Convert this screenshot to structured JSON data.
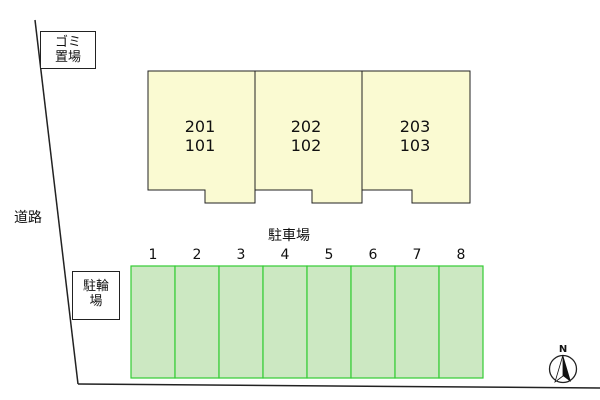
{
  "garbage_area": {
    "line1": "ゴミ",
    "line2": "置場"
  },
  "road_label": "道路",
  "parking_label": "駐車場",
  "bicycle_area": {
    "line1": "駐輪",
    "line2": "場"
  },
  "units": [
    {
      "upper": "201",
      "lower": "101"
    },
    {
      "upper": "202",
      "lower": "102"
    },
    {
      "upper": "203",
      "lower": "103"
    }
  ],
  "parking_spaces": [
    "1",
    "2",
    "3",
    "4",
    "5",
    "6",
    "7",
    "8"
  ],
  "compass": {
    "label": "N"
  },
  "colors": {
    "building_fill": "#fafad2",
    "parking_fill": "#cce8c2",
    "parking_stroke": "#33cc33",
    "line": "#222222"
  }
}
